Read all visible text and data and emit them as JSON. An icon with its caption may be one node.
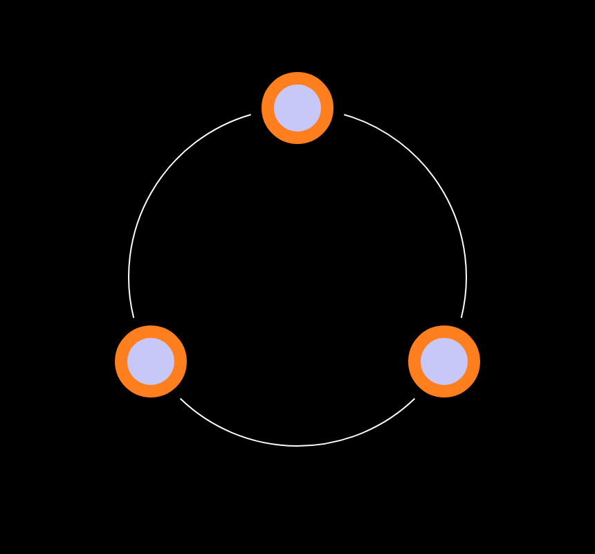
{
  "diagram": {
    "nodes": [
      {
        "text": [],
        "shape": "circle"
      },
      {
        "text": [],
        "shape": "circle"
      },
      {
        "text": [],
        "shape": "circle"
      }
    ],
    "edges": [
      {
        "from": 1,
        "to": 0,
        "arrow": "none"
      },
      {
        "from": 0,
        "to": 2,
        "arrow": "none"
      },
      {
        "from": 2,
        "to": 1,
        "arrow": "none"
      }
    ]
  }
}
